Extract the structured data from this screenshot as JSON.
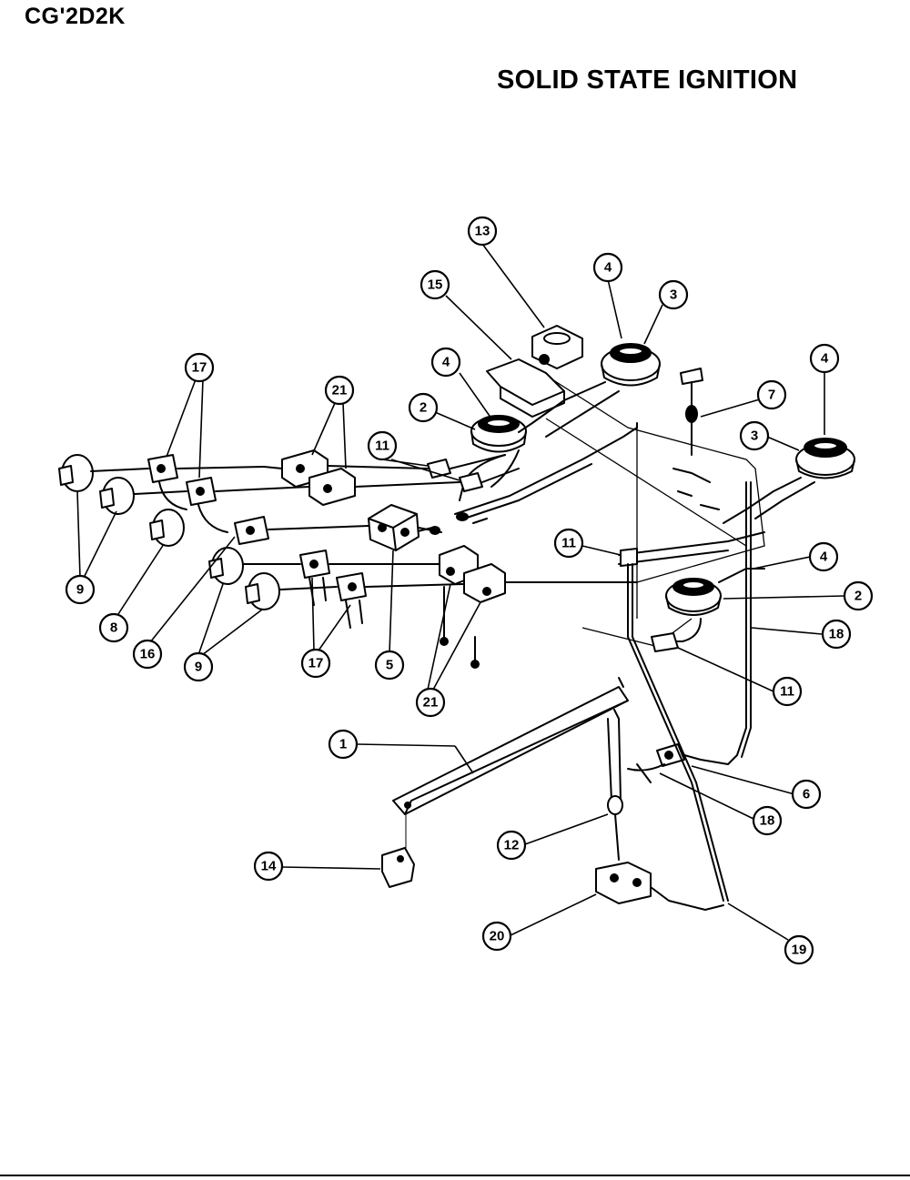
{
  "header": {
    "model": "CG'2D2K",
    "title": "SOLID STATE IGNITION"
  },
  "callouts": [
    {
      "id": "c1",
      "label": "1"
    },
    {
      "id": "c2a",
      "label": "2"
    },
    {
      "id": "c2b",
      "label": "2"
    },
    {
      "id": "c3a",
      "label": "3"
    },
    {
      "id": "c3b",
      "label": "3"
    },
    {
      "id": "c4a",
      "label": "4"
    },
    {
      "id": "c4b",
      "label": "4"
    },
    {
      "id": "c4c",
      "label": "4"
    },
    {
      "id": "c4d",
      "label": "4"
    },
    {
      "id": "c5",
      "label": "5"
    },
    {
      "id": "c6",
      "label": "6"
    },
    {
      "id": "c7",
      "label": "7"
    },
    {
      "id": "c8",
      "label": "8"
    },
    {
      "id": "c9a",
      "label": "9"
    },
    {
      "id": "c9b",
      "label": "9"
    },
    {
      "id": "c11a",
      "label": "11"
    },
    {
      "id": "c11b",
      "label": "11"
    },
    {
      "id": "c11c",
      "label": "11"
    },
    {
      "id": "c12",
      "label": "12"
    },
    {
      "id": "c13",
      "label": "13"
    },
    {
      "id": "c14",
      "label": "14"
    },
    {
      "id": "c15",
      "label": "15"
    },
    {
      "id": "c16",
      "label": "16"
    },
    {
      "id": "c17a",
      "label": "17"
    },
    {
      "id": "c17b",
      "label": "17"
    },
    {
      "id": "c18a",
      "label": "18"
    },
    {
      "id": "c18b",
      "label": "18"
    },
    {
      "id": "c19",
      "label": "19"
    },
    {
      "id": "c20",
      "label": "20"
    },
    {
      "id": "c21a",
      "label": "21"
    },
    {
      "id": "c21b",
      "label": "21"
    }
  ]
}
